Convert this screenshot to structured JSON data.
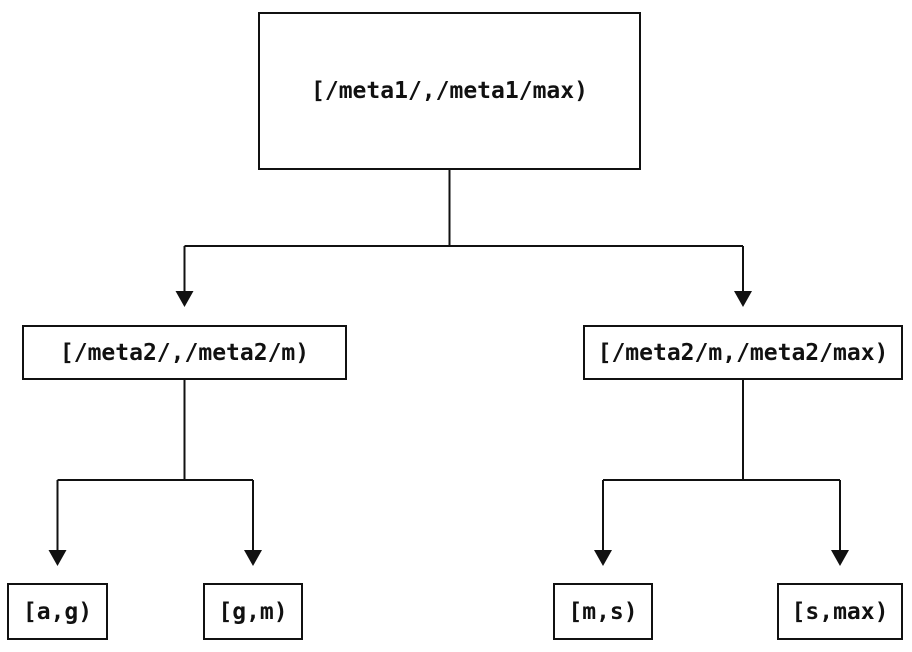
{
  "diagram": {
    "type": "tree",
    "background_color": "#ffffff",
    "line_color": "#111111",
    "text_color": "#111111",
    "tree": {
      "label": "[/meta1/,/meta1/max)",
      "children": [
        {
          "label": "[/meta2/,/meta2/m)",
          "children": [
            {
              "label": "[a,g)"
            },
            {
              "label": "[g,m)"
            }
          ]
        },
        {
          "label": "[/meta2/m,/meta2/max)",
          "children": [
            {
              "label": "[m,s)"
            },
            {
              "label": "[s,max)"
            }
          ]
        }
      ]
    }
  }
}
